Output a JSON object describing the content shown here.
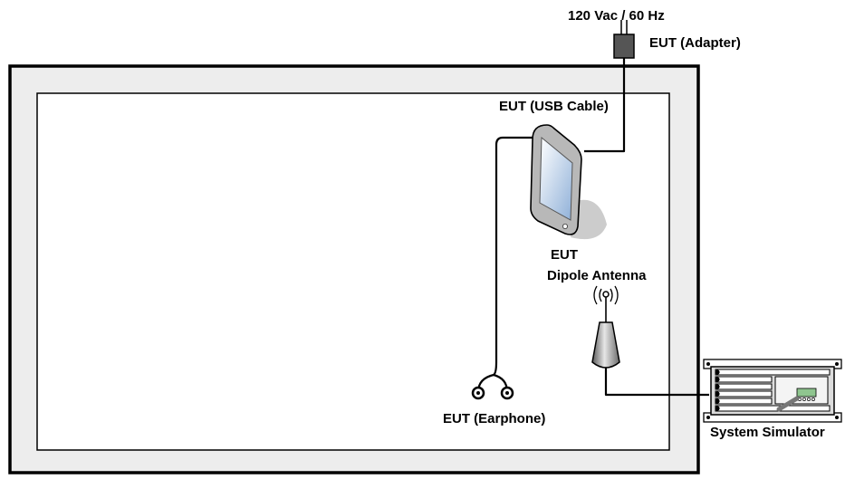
{
  "labels": {
    "power": "120 Vac / 60 Hz",
    "adapter": "EUT (Adapter)",
    "usb_cable": "EUT (USB Cable)",
    "eut": "EUT",
    "antenna": "Dipole Antenna",
    "earphone": "EUT (Earphone)",
    "simulator": "System Simulator"
  },
  "colors": {
    "line": "#000000",
    "chamber_fill": "#ededed",
    "device_body": "#b8b8b8",
    "screen": "#c9d9ee",
    "shadow": "#cccccc",
    "simulator_body": "#dcdcdc",
    "simulator_panel": "#f4f4f4",
    "simulator_display": "#8fc58f"
  },
  "icons": {
    "adapter": "power-adapter-icon",
    "tablet": "tablet-icon",
    "antenna": "dipole-antenna-icon",
    "earphone": "earphone-icon",
    "simulator": "system-simulator-icon"
  }
}
